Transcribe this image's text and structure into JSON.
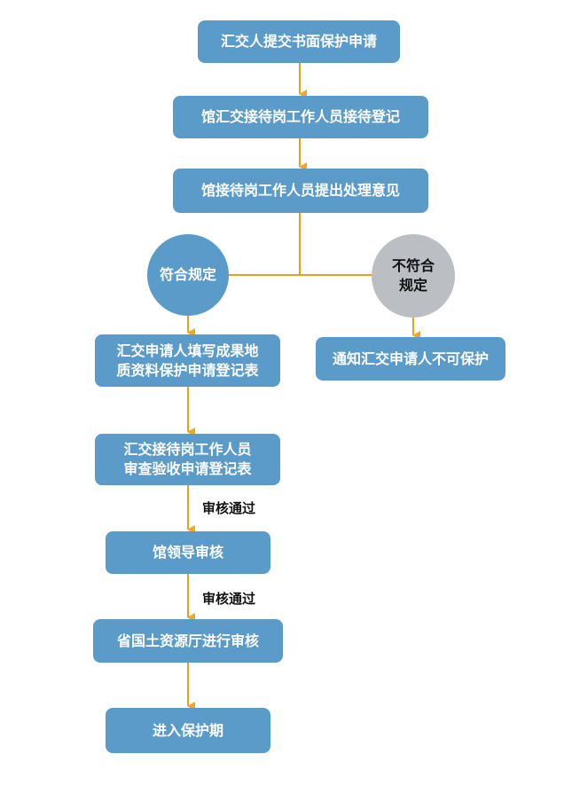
{
  "flowchart": {
    "nodes": {
      "submit": "汇交人提交书面保护申请",
      "register": "馆汇交接待岗工作人员接待登记",
      "opinion": "馆接待岗工作人员提出处理意见",
      "compliant": "符合规定",
      "noncompliant": "不符合\n规定",
      "fill_form": "汇交申请人填写成果地\n质资料保护申请登记表",
      "notify": "通知汇交申请人不可保护",
      "review_form": "汇交接待岗工作人员\n审查验收申请登记表",
      "leader_review": "馆领导审核",
      "province_review": "省国土资源厅进行审核",
      "protection": "进入保护期"
    },
    "edge_labels": {
      "pass_1": "审核通过",
      "pass_2": "审核通过"
    },
    "colors": {
      "box": "#5b9bc9",
      "circle_grey": "#bbbfc3",
      "connector": "#e8a020",
      "arrow_down": "#f2a71e"
    }
  }
}
